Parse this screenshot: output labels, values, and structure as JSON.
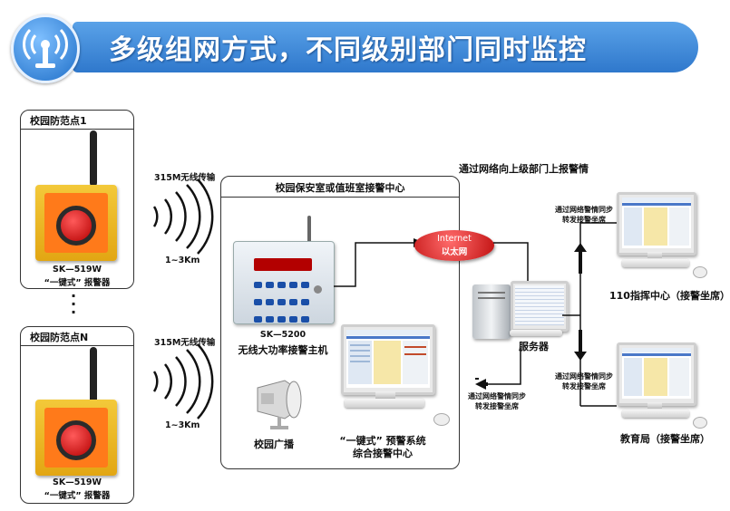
{
  "header": {
    "title": "多级组网方式，不同级别部门同时监控"
  },
  "points": [
    {
      "title": "校园防范点1",
      "model": "SK—519W",
      "desc": "“一键式” 报警器"
    },
    {
      "title": "校园防范点N",
      "model": "SK—519W",
      "desc": "“一键式” 报警器"
    }
  ],
  "ellipsis": "·\n·\n·",
  "wireless": [
    {
      "label": "315M无线传输",
      "range": "1~3Km"
    },
    {
      "label": "315M无线传输",
      "range": "1~3Km"
    }
  ],
  "center": {
    "title": "校园保安室或值班室接警中心",
    "host_model": "SK—5200",
    "host_desc": "无线大功率接警主机",
    "speaker": "校园广播",
    "system_line1": "“一键式” 预警系统",
    "system_line2": "综合接警中心"
  },
  "network": {
    "caption": "通过网络向上级部门上报警情",
    "internet_line1": "Internet",
    "internet_line2": "以太网",
    "server": "服务器",
    "sync_back_1": "通过网络警情同步",
    "sync_back_2": "转发接警坐席",
    "sync_up_1": "通过网络警情同步",
    "sync_up_2": "转发接警坐席",
    "sync_down_1": "通过网络警情同步",
    "sync_down_2": "转发接警坐席",
    "center110": "110指挥中心（接警坐席）",
    "edu": "教育局（接警坐席）"
  }
}
